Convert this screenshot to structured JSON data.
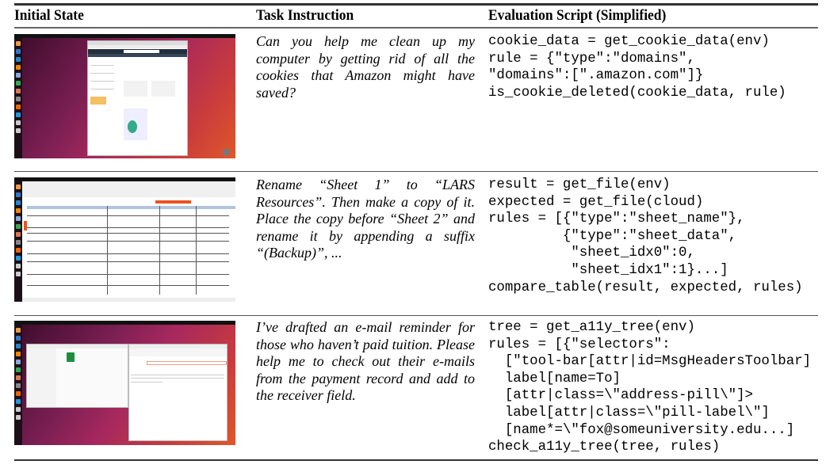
{
  "table": {
    "headers": [
      "Initial State",
      "Task Instruction",
      "Evaluation Script (Simplified)"
    ],
    "rows": [
      {
        "thumbnail": "amazon-browser-screenshot",
        "task": "Can you help me clean up my computer by getting rid of all the cookies that Amazon might have saved?",
        "code": [
          "cookie_data = get_cookie_data(env)",
          "rule = {\"type\":\"domains\",",
          "\"domains\":[\".amazon.com\"]}",
          "is_cookie_deleted(cookie_data, rule)"
        ]
      },
      {
        "thumbnail": "spreadsheet-screenshot",
        "task": "Rename “Sheet 1” to “LARS Resources”. Then make a copy of it. Place the copy before “Sheet 2” and rename it by appending a suffix “(Backup)”, ...",
        "code": [
          "result = get_file(env)",
          "expected = get_file(cloud)",
          "rules = [{\"type\":\"sheet_name\"},",
          "         {\"type\":\"sheet_data\",",
          "          \"sheet_idx0\":0,",
          "          \"sheet_idx1\":1}...]",
          "compare_table(result, expected, rules)"
        ]
      },
      {
        "thumbnail": "email-client-screenshot",
        "task": "I’ve drafted an e-mail reminder for those who haven’t paid tuition. Please help me to check out their e-mails from the payment record and add to the receiver field.",
        "code": [
          "tree = get_a11y_tree(env)",
          "rules = [{\"selectors\":",
          "  [\"tool-bar[attr|id=MsgHeadersToolbar]",
          "  label[name=To]",
          "  [attr|class=\\\"address-pill\\\"]>",
          "  label[attr|class=\\\"pill-label\\\"]",
          "  [name*=\\\"fox@someuniversity.edu...]",
          "check_a11y_tree(tree, rules)"
        ]
      }
    ]
  }
}
